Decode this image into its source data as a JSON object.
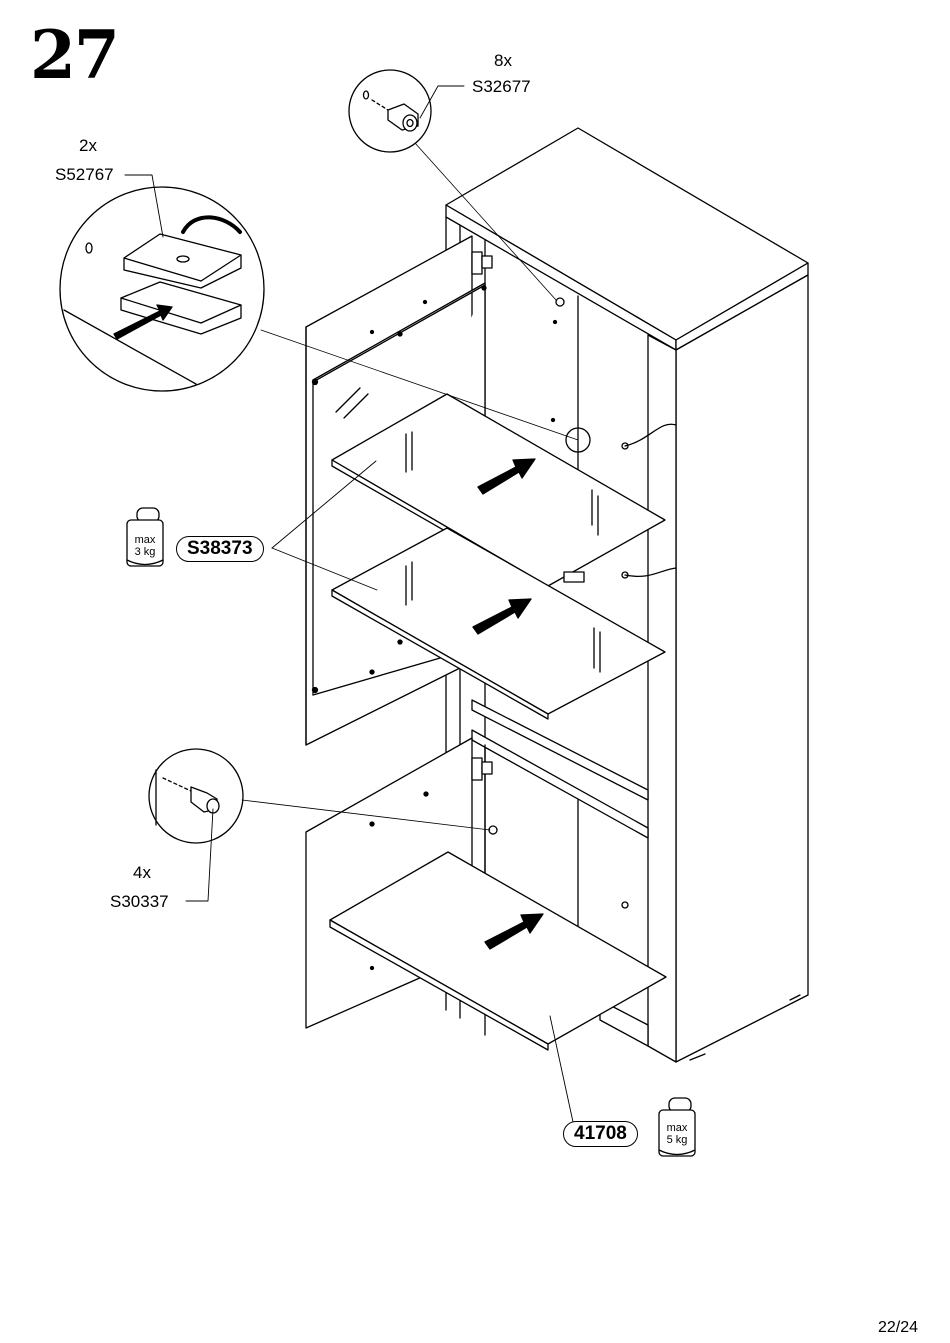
{
  "step": {
    "number": "27"
  },
  "parts": {
    "shelf_support": {
      "qty": "8x",
      "code": "S32677"
    },
    "glass_clip": {
      "qty": "2x",
      "code": "S52767"
    },
    "glass_shelf": {
      "code": "S38373",
      "weight_top": "max",
      "weight_bottom": "3 kg"
    },
    "connector": {
      "qty": "4x",
      "code": "S30337"
    },
    "wood_shelf": {
      "code": "41708",
      "weight_top": "max",
      "weight_bottom": "5 kg"
    }
  },
  "footer": {
    "page": "22/24"
  }
}
